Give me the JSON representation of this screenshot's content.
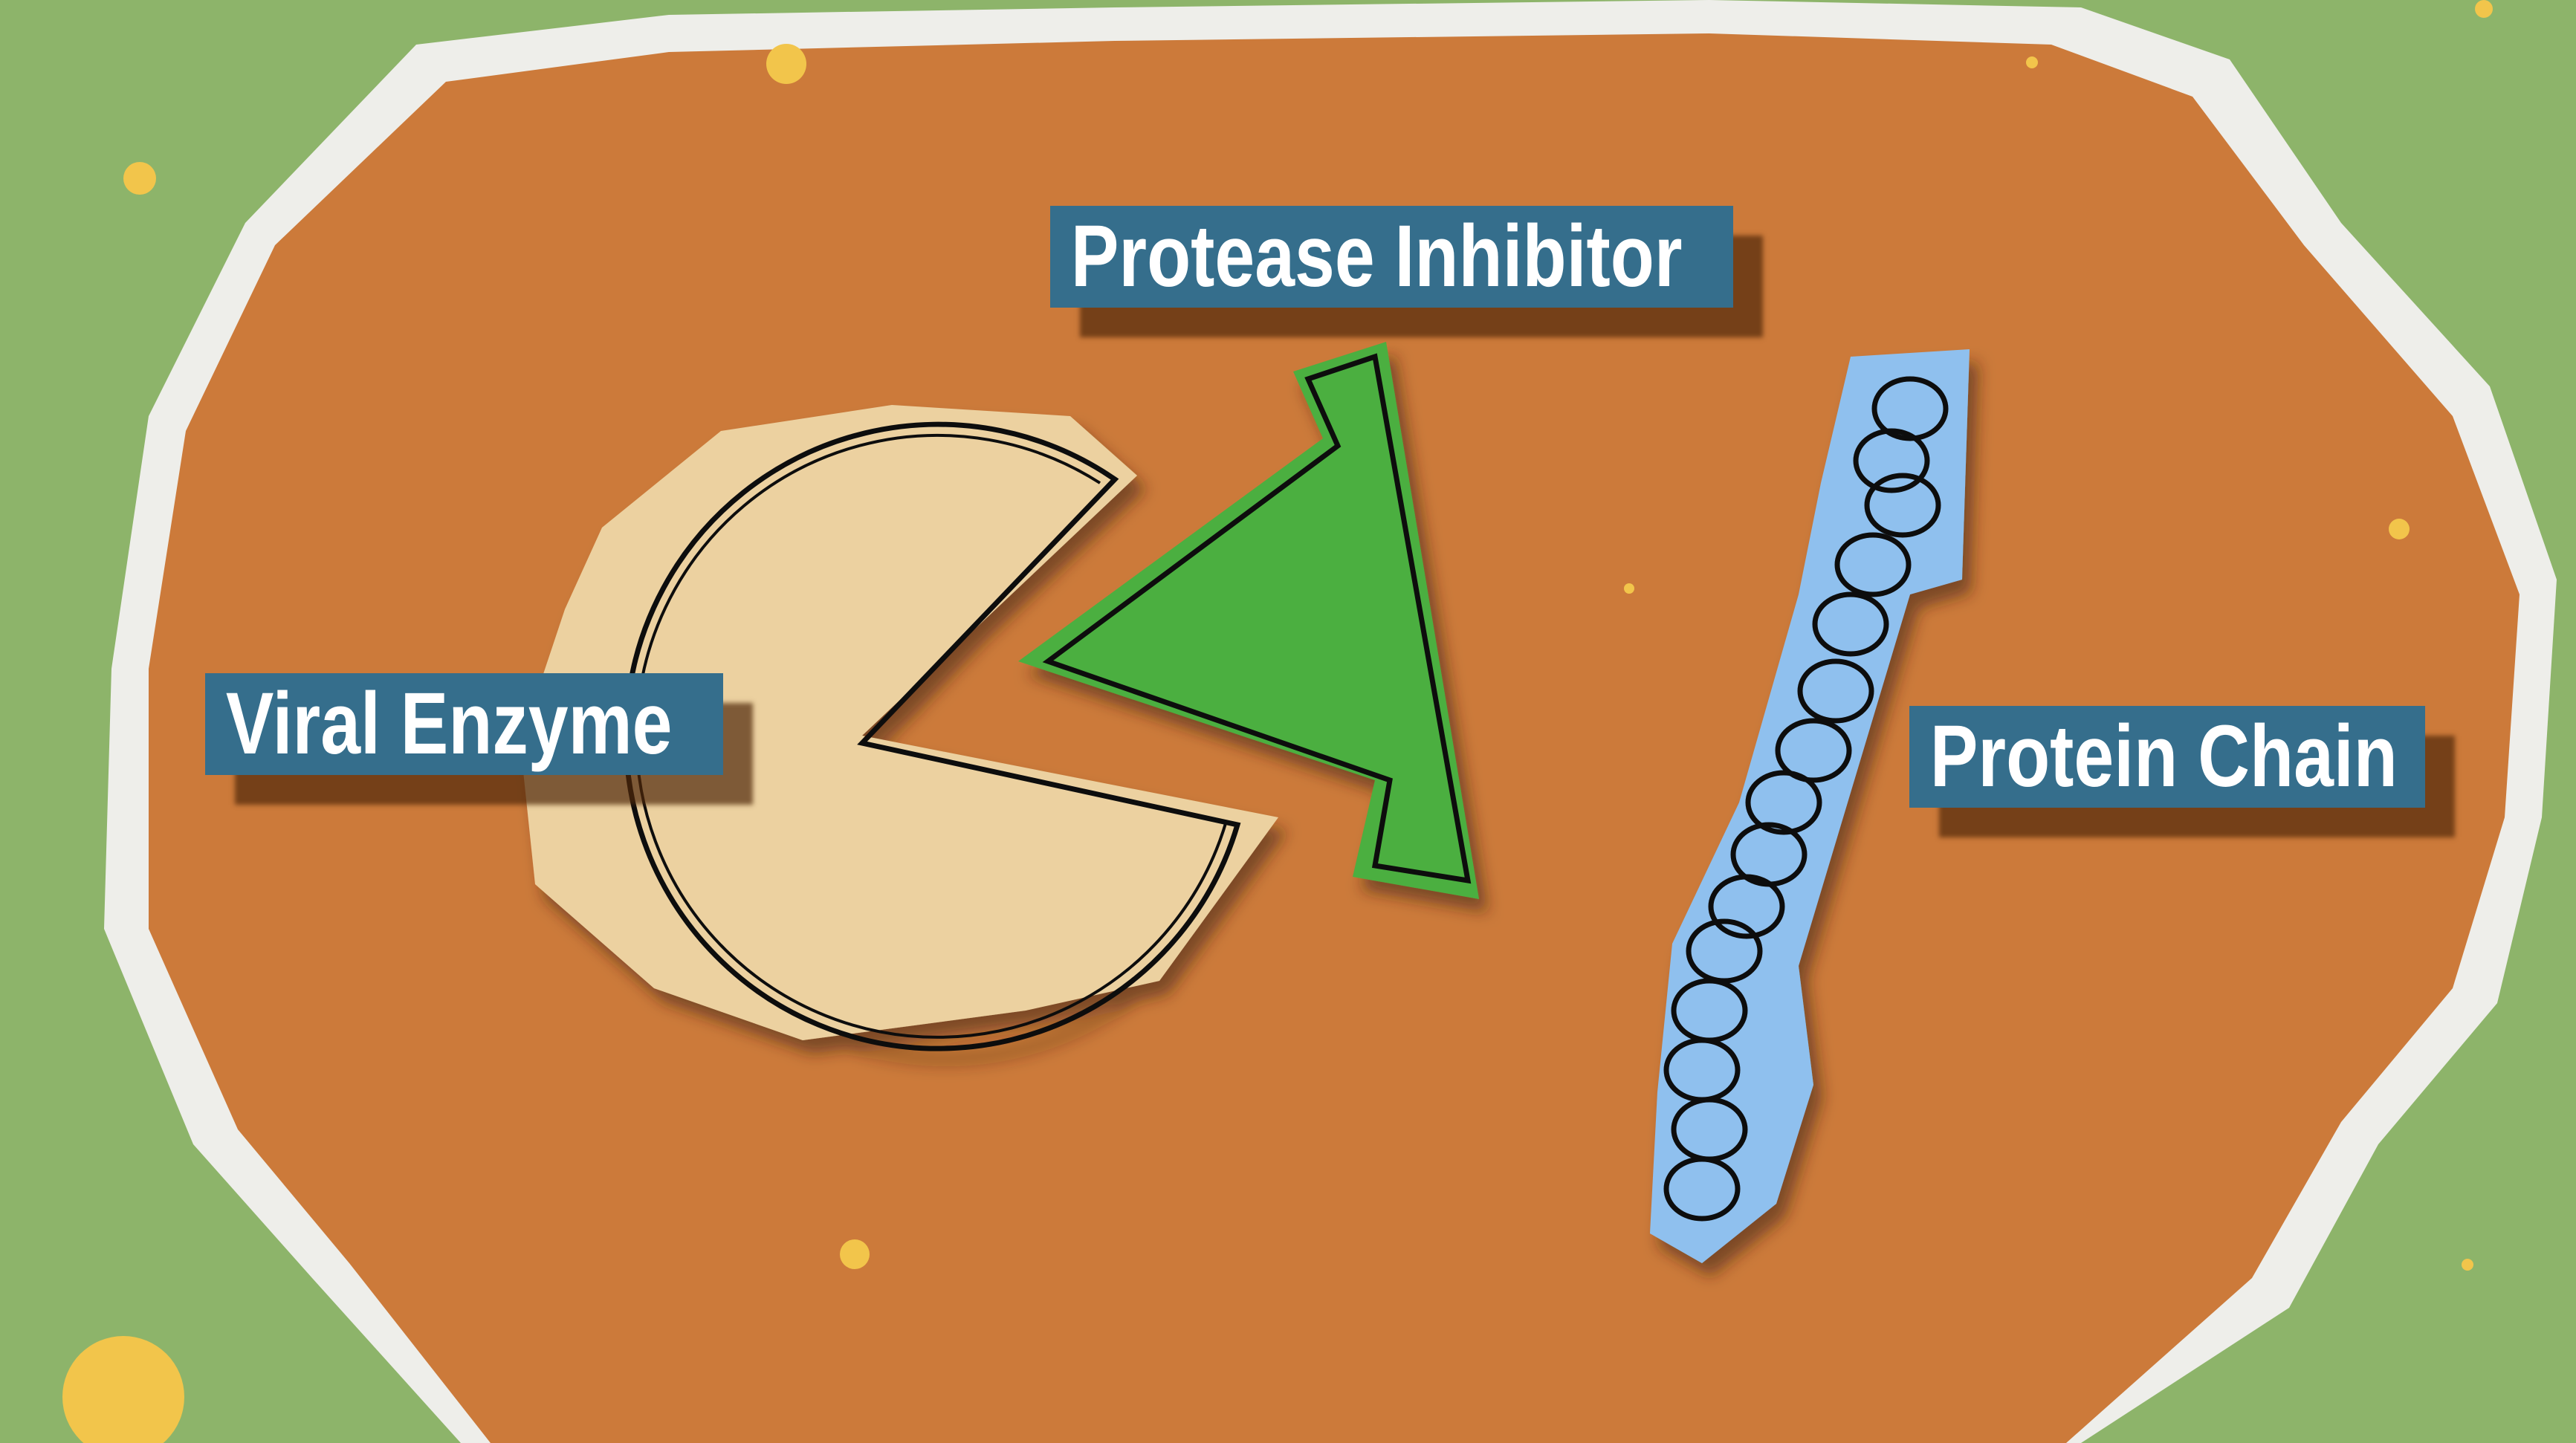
{
  "labels": {
    "protease_inhibitor": "Protease Inhibitor",
    "viral_enzyme": "Viral Enzyme",
    "protein_chain": "Protein Chain"
  },
  "colors": {
    "background": "#8db46a",
    "cell": "#cc7a3a",
    "label": "#356e8c",
    "enzyme": "#ecd1a0",
    "inhibitor": "#4caf3f",
    "chain": "#8fc0ee",
    "dots": "#f2c54b"
  }
}
